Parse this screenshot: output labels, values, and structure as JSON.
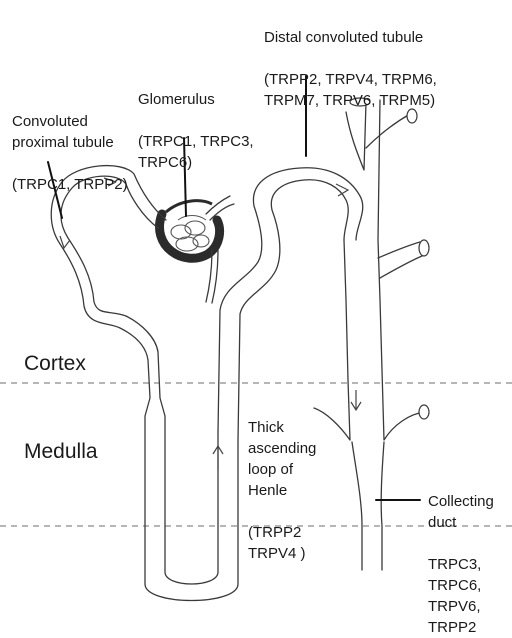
{
  "labels": {
    "dct": {
      "name": "Distal convoluted tubule",
      "channels": "(TRPP2, TRPV4, TRPM6,\nTRPM7,  TRPV6, TRPM5)"
    },
    "glomerulus": {
      "name": "Glomerulus",
      "channels": "(TRPC1, TRPC3,\nTRPC6)"
    },
    "pct": {
      "name": "Convoluted\nproximal tubule",
      "channels": "(TRPC1, TRPP2)"
    },
    "tal": {
      "name": "Thick\nascending\nloop of\nHenle",
      "channels": "(TRPP2\nTRPV4 )"
    },
    "cd": {
      "name": "Collecting\nduct",
      "channels": "TRPC3,\nTRPC6,\nTRPV6,\nTRPP2"
    }
  },
  "zones": {
    "cortex": "Cortex",
    "medulla": "Medulla"
  },
  "colors": {
    "text": "#1a1a1a",
    "outline": "#3a3a3a",
    "pointer": "#111111",
    "zone_line": "#8a8a8a",
    "capsule": "#2b2b2b"
  }
}
